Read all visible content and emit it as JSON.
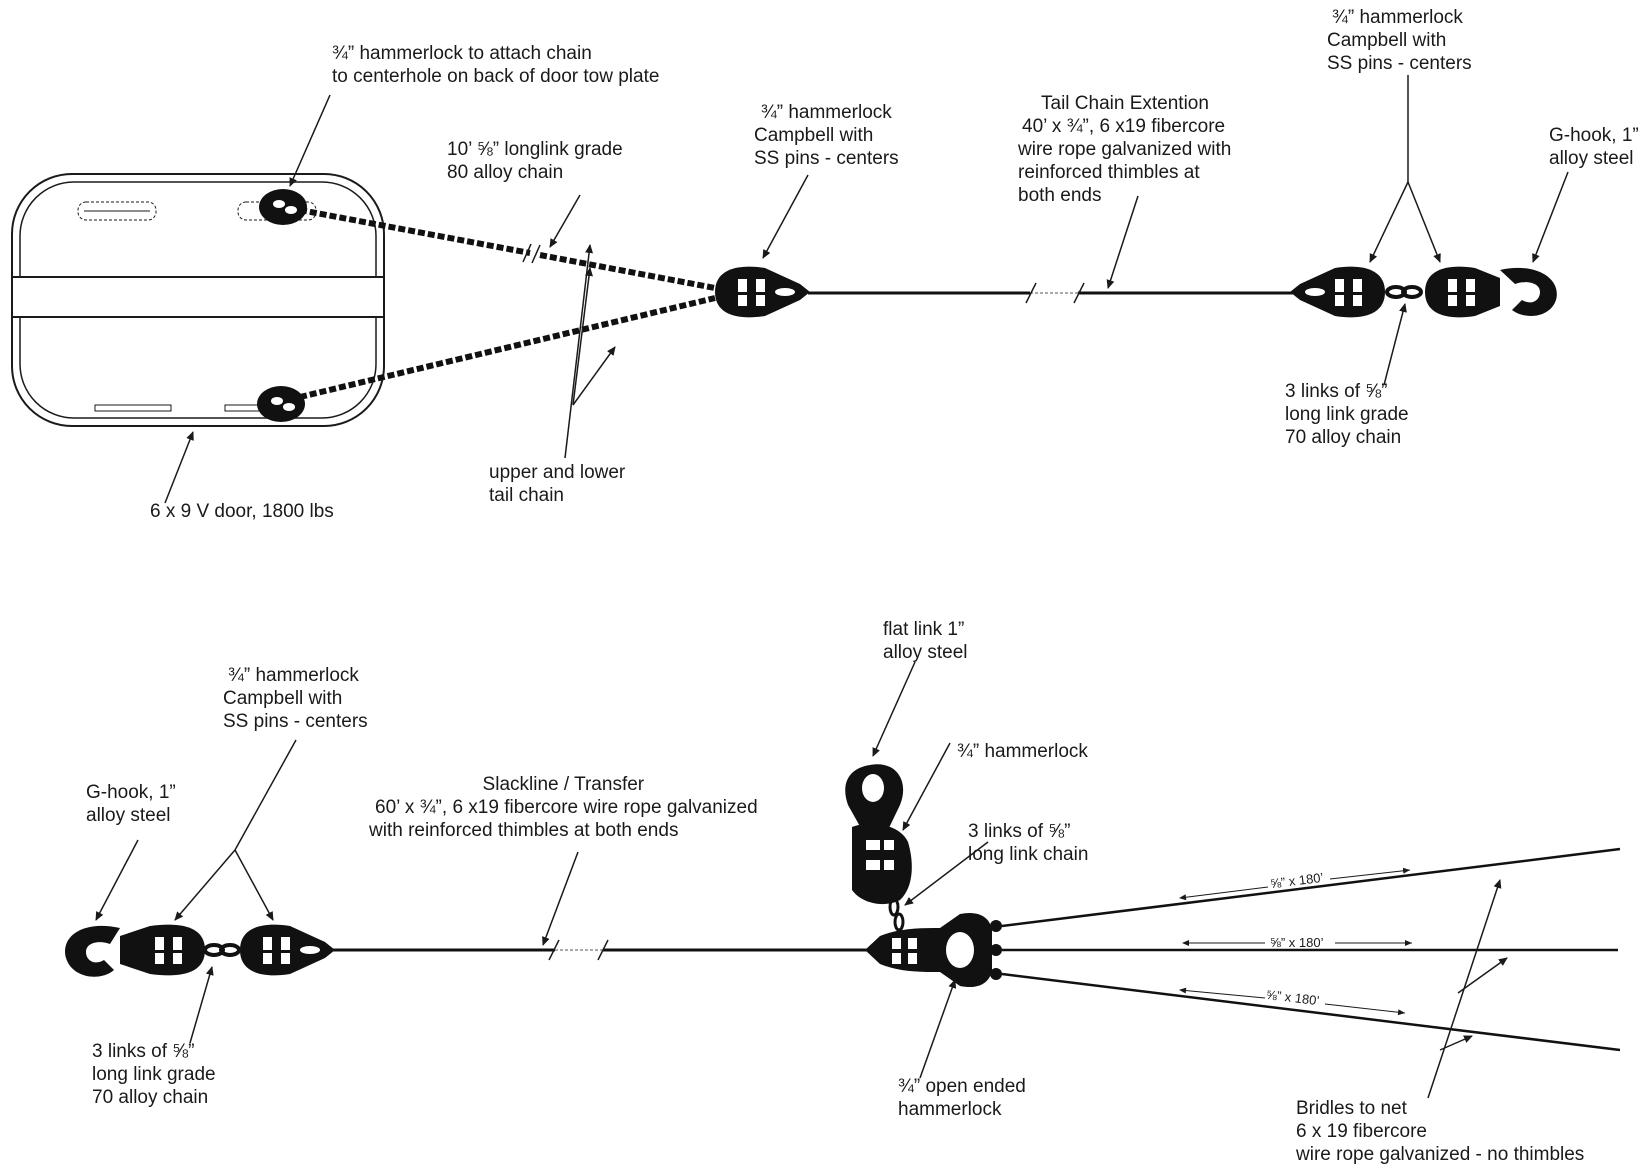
{
  "top_section": {
    "hammerlock_door": {
      "lines": [
        "¾” hammerlock to attach chain",
        "to centerhole on back of door tow plate"
      ]
    },
    "longlink_chain": {
      "lines": [
        "10’ ⅝” longlink grade",
        "80 alloy chain"
      ]
    },
    "hammerlock_campbell_mid": {
      "lines": [
        "¾” hammerlock",
        "Campbell with",
        "SS pins - centers"
      ]
    },
    "tail_chain_extension": {
      "lines": [
        "Tail Chain Extention",
        "40’ x ¾”, 6 x19 fibercore",
        "wire rope galvanized with",
        "reinforced thimbles at",
        "both ends"
      ]
    },
    "hammerlock_campbell_right": {
      "lines": [
        "¾” hammerlock",
        "Campbell with",
        "SS pins - centers"
      ]
    },
    "g_hook_right": {
      "lines": [
        "G-hook, 1”",
        "alloy steel"
      ]
    },
    "links_right": {
      "lines": [
        "3 links of ⅝”",
        "long link grade",
        "70 alloy chain"
      ]
    },
    "tail_chain": {
      "lines": [
        "upper and lower",
        "tail chain"
      ]
    },
    "door": {
      "lines": [
        "6 x 9 V door, 1800 lbs"
      ]
    }
  },
  "bottom_section": {
    "flat_link": {
      "lines": [
        "flat link 1”",
        "alloy steel"
      ]
    },
    "hammerlock_mid": {
      "lines": [
        "¾” hammerlock"
      ]
    },
    "links_mid": {
      "lines": [
        "3 links of ⅝”",
        "long link chain"
      ]
    },
    "hammerlock_campbell_left": {
      "lines": [
        "¾” hammerlock",
        "Campbell with",
        "SS pins - centers"
      ]
    },
    "g_hook_left": {
      "lines": [
        "G-hook, 1”",
        "alloy steel"
      ]
    },
    "slackline": {
      "lines": [
        "Slackline / Transfer",
        "60’ x ¾”, 6 x19 fibercore wire rope galvanized",
        "with reinforced thimbles at both ends"
      ]
    },
    "links_left": {
      "lines": [
        "3 links of ⅝”",
        "long link grade",
        "70 alloy chain"
      ]
    },
    "open_ended_hammerlock": {
      "lines": [
        "¾” open ended",
        "hammerlock"
      ]
    },
    "bridles": {
      "lines": [
        "Bridles to net",
        "6 x 19 fibercore",
        "wire rope galvanized - no thimbles"
      ]
    },
    "bridle_lengths": [
      "⅝” x 180’",
      "⅝” x 180’",
      "⅝” x 180’"
    ]
  },
  "colors": {
    "ink": "#1a1a1a",
    "hardware": "#111111"
  }
}
